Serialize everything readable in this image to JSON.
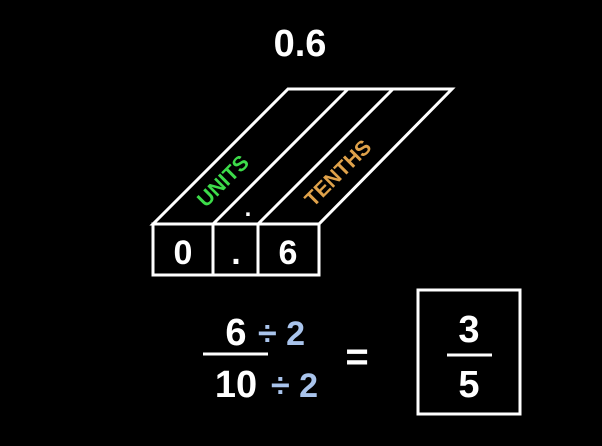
{
  "title": "0.6",
  "place_value": {
    "units_label": "UNITS",
    "tenths_label": "TENTHS",
    "point_label": ".",
    "digits": [
      "0",
      ".",
      "6"
    ]
  },
  "fraction": {
    "numerator": "6",
    "numerator_divisor": "÷ 2",
    "denominator": "10",
    "denominator_divisor": "÷ 2",
    "equals": "=",
    "result_numerator": "3",
    "result_denominator": "5"
  },
  "colors": {
    "units": "#3ddc4a",
    "tenths": "#e0a24a",
    "divisor": "#a9c4ec",
    "line": "#ffffff"
  }
}
